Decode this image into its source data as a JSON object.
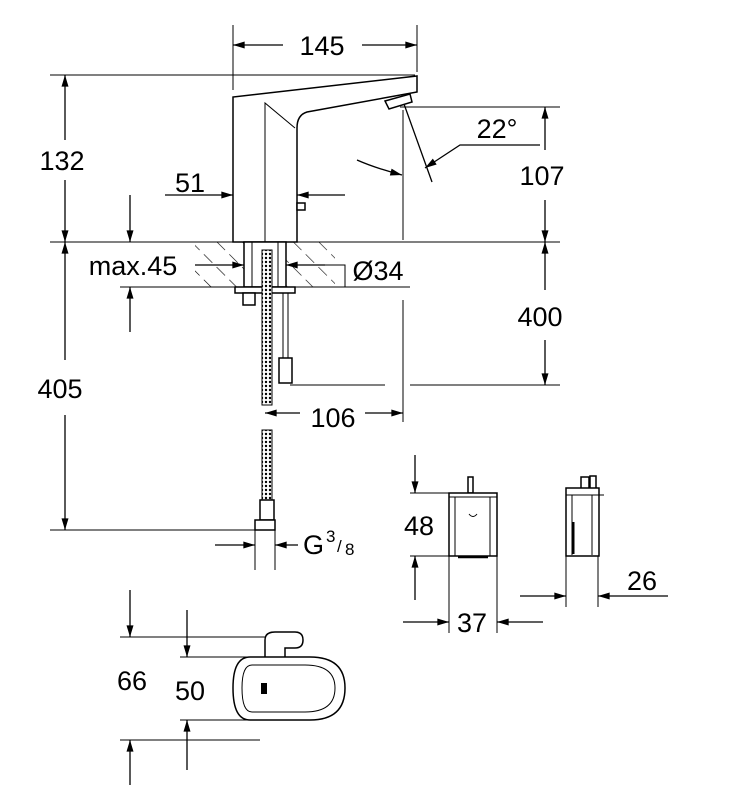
{
  "dimensions": {
    "width_top": "145",
    "height_total": "132",
    "spout_height": "107",
    "spout_angle": "22°",
    "body_width": "51",
    "max_thickness": "max.45",
    "hole_diameter": "Ø34",
    "below_counter": "400",
    "hose_length": "405",
    "reach": "106",
    "thread": "G",
    "thread_num": "3",
    "thread_den": "8",
    "box_height": "48",
    "box_width": "37",
    "box_depth": "26",
    "base_length": "66",
    "base_width": "50"
  }
}
